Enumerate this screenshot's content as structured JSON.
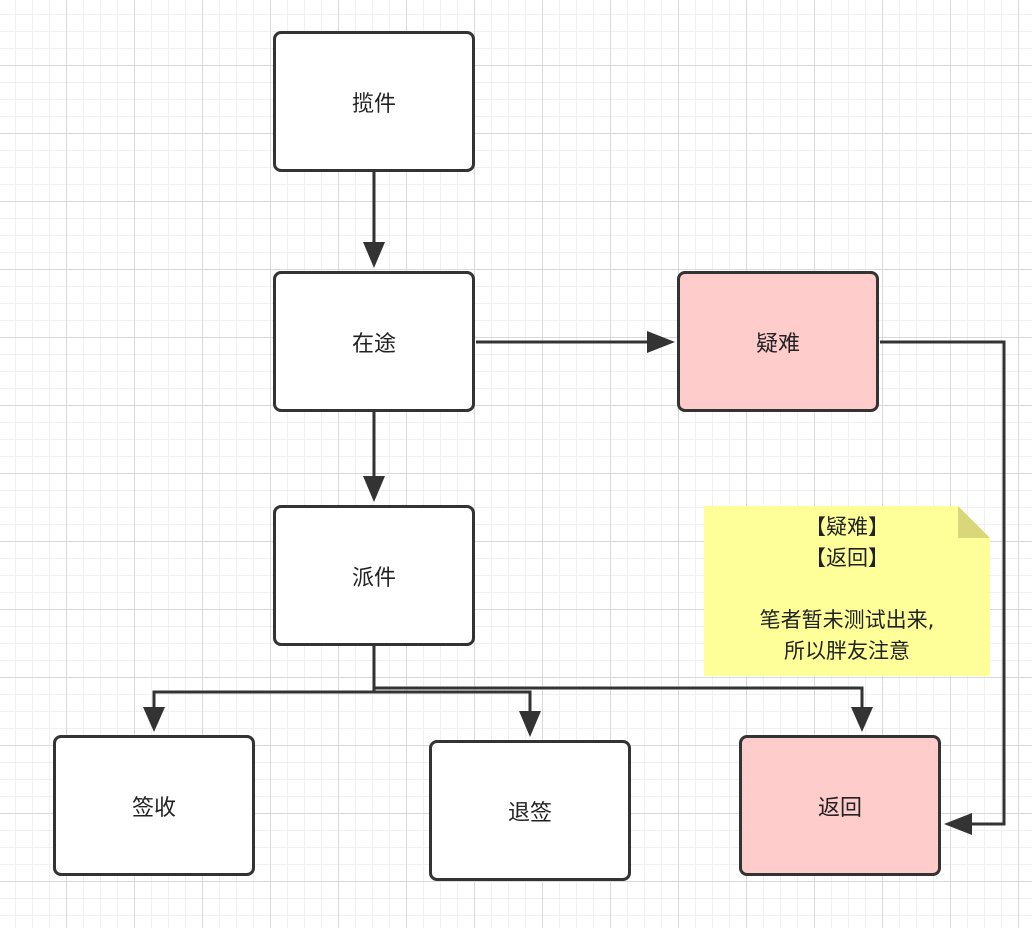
{
  "nodes": {
    "lanjian": "揽件",
    "zaitu": "在途",
    "yinan": "疑难",
    "paijian": "派件",
    "qianshou": "签收",
    "tuiqian": "退签",
    "fanhui": "返回"
  },
  "note": {
    "line1": "【疑难】",
    "line2": "【返回】",
    "line3": "笔者暂未测试出来,",
    "line4": "所以胖友注意"
  },
  "colors": {
    "default_fill": "#ffffff",
    "highlight_fill": "#ffcccc",
    "note_fill": "#ffff99",
    "stroke": "#333333"
  }
}
